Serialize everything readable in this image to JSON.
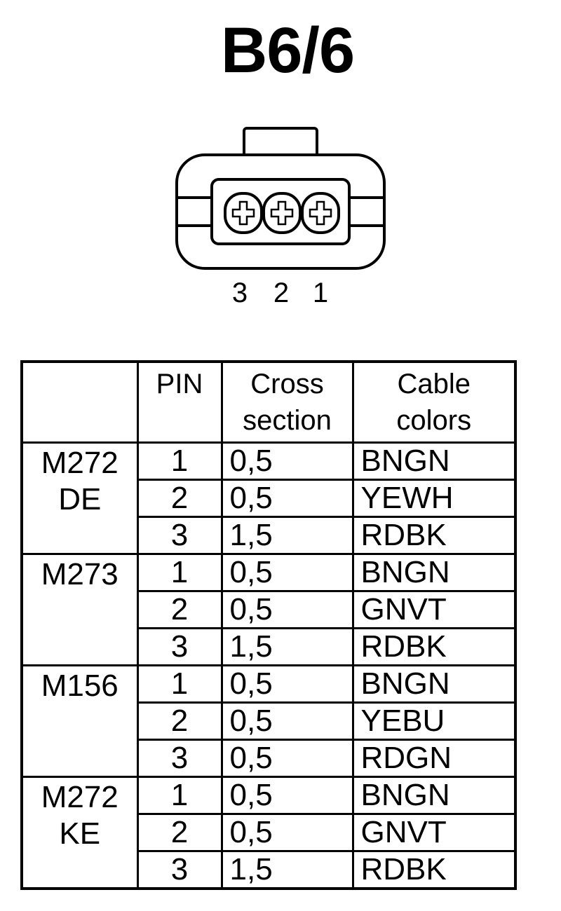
{
  "title": "B6/6",
  "connector": {
    "pin_labels": [
      "3",
      "2",
      "1"
    ]
  },
  "table": {
    "headers": {
      "engine": "",
      "pin": "PIN",
      "cross_section": [
        "Cross",
        "section"
      ],
      "cable_colors": [
        "Cable",
        "colors"
      ]
    },
    "groups": [
      {
        "engine": [
          "M272",
          "DE"
        ],
        "rows": [
          {
            "pin": "1",
            "cross_section": "0,5",
            "color": "BNGN"
          },
          {
            "pin": "2",
            "cross_section": "0,5",
            "color": "YEWH"
          },
          {
            "pin": "3",
            "cross_section": "1,5",
            "color": "RDBK"
          }
        ]
      },
      {
        "engine": [
          "M273"
        ],
        "rows": [
          {
            "pin": "1",
            "cross_section": "0,5",
            "color": "BNGN"
          },
          {
            "pin": "2",
            "cross_section": "0,5",
            "color": "GNVT"
          },
          {
            "pin": "3",
            "cross_section": "1,5",
            "color": "RDBK"
          }
        ]
      },
      {
        "engine": [
          "M156"
        ],
        "rows": [
          {
            "pin": "1",
            "cross_section": "0,5",
            "color": "BNGN"
          },
          {
            "pin": "2",
            "cross_section": "0,5",
            "color": "YEBU"
          },
          {
            "pin": "3",
            "cross_section": "0,5",
            "color": "RDGN"
          }
        ]
      },
      {
        "engine": [
          "M272",
          "KE"
        ],
        "rows": [
          {
            "pin": "1",
            "cross_section": "0,5",
            "color": "BNGN"
          },
          {
            "pin": "2",
            "cross_section": "0,5",
            "color": "GNVT"
          },
          {
            "pin": "3",
            "cross_section": "1,5",
            "color": "RDBK"
          }
        ]
      }
    ]
  }
}
